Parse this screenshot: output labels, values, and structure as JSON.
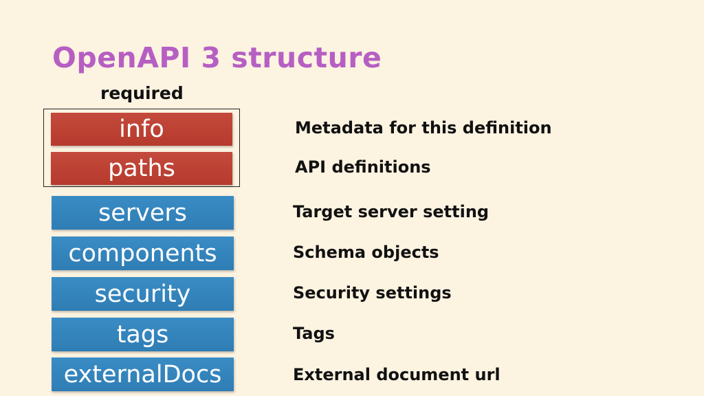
{
  "title": "OpenAPI 3 structure",
  "required_label": "required",
  "fields": [
    {
      "name": "info",
      "description": "Metadata for this definition",
      "required": true,
      "color": "#b63a2d"
    },
    {
      "name": "paths",
      "description": "API definitions",
      "required": true,
      "color": "#b63a2d"
    },
    {
      "name": "servers",
      "description": "Target server setting",
      "required": false,
      "color": "#2f7db5"
    },
    {
      "name": "components",
      "description": "Schema objects",
      "required": false,
      "color": "#2f7db5"
    },
    {
      "name": "security",
      "description": "Security settings",
      "required": false,
      "color": "#2f7db5"
    },
    {
      "name": "tags",
      "description": "Tags",
      "required": false,
      "color": "#2f7db5"
    },
    {
      "name": "externalDocs",
      "description": "External document url",
      "required": false,
      "color": "#2f7db5"
    }
  ],
  "colors": {
    "background": "#fdf3e1",
    "title": "#b65fc3"
  }
}
